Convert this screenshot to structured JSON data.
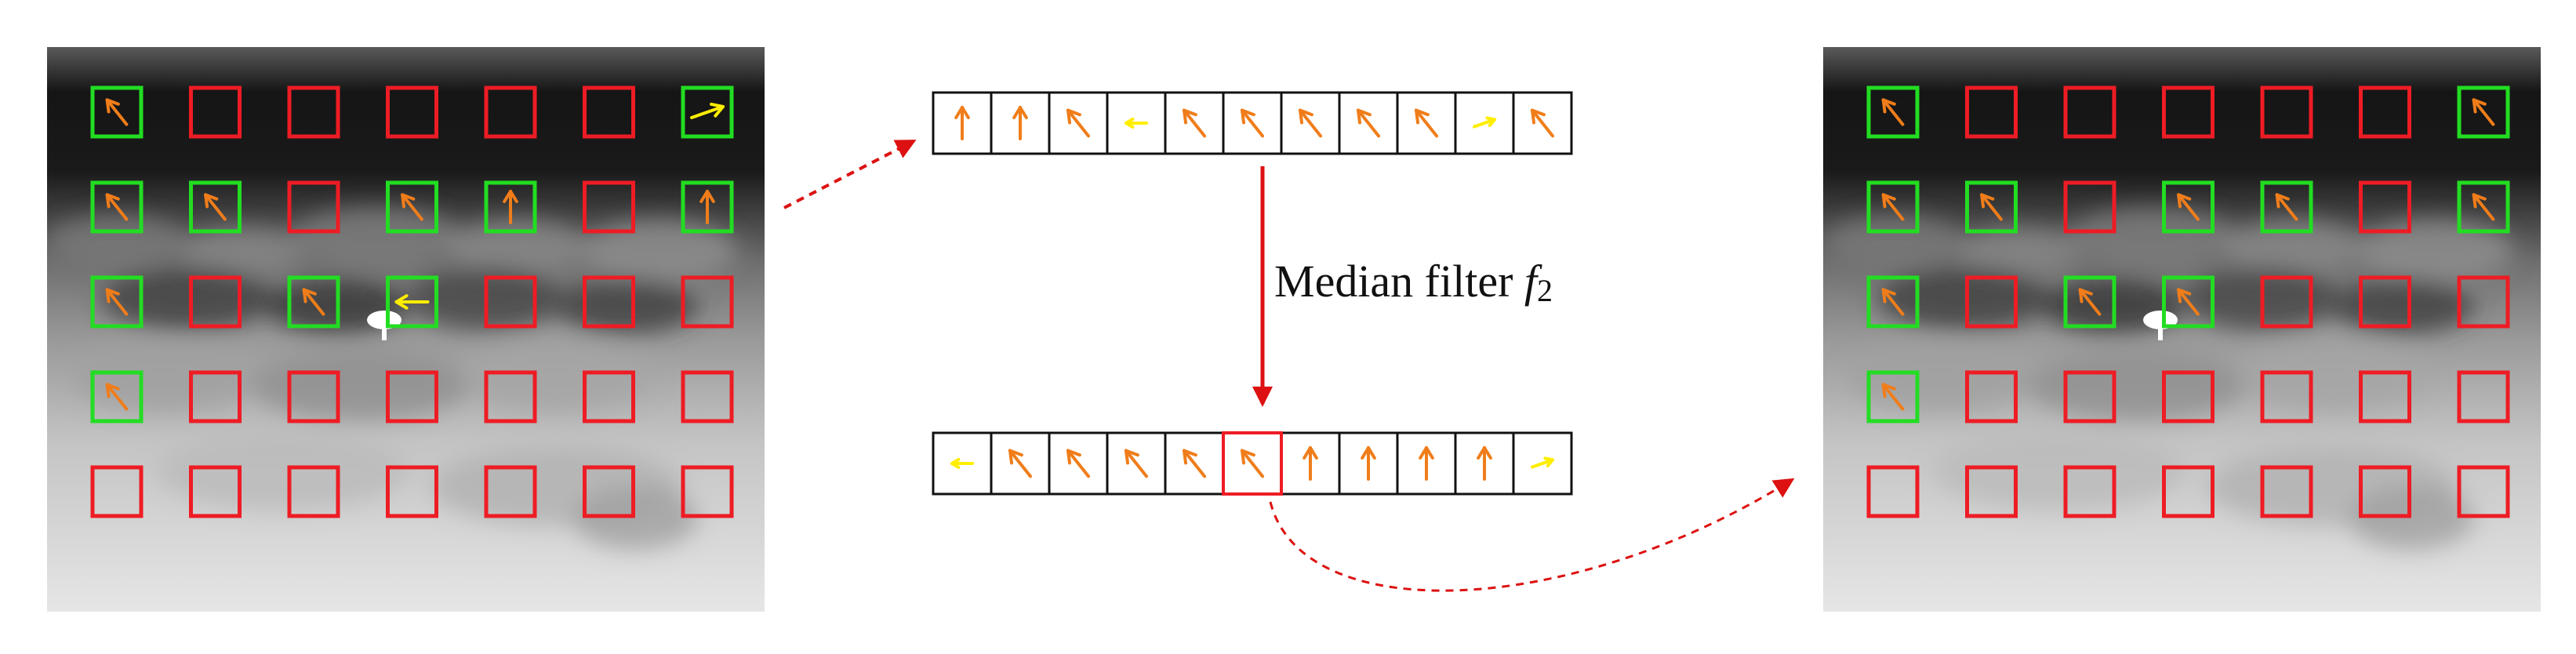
{
  "filter_label": {
    "text": "Median filter ",
    "symbol": "f",
    "subscript": "2"
  },
  "colors": {
    "valid_box": "#22dd22",
    "invalid_box": "#ee1c24",
    "vector_orange": "#f07d1a",
    "vector_yellow": "#ffee00",
    "connector": "#dd1111",
    "cell_border": "#111111"
  },
  "grid": {
    "rows": 5,
    "cols": 7,
    "left_states": [
      [
        "valid",
        "invalid",
        "invalid",
        "invalid",
        "invalid",
        "invalid",
        "valid"
      ],
      [
        "valid",
        "valid",
        "invalid",
        "valid",
        "valid",
        "invalid",
        "valid"
      ],
      [
        "valid",
        "invalid",
        "valid",
        "valid",
        "invalid",
        "invalid",
        "invalid"
      ],
      [
        "valid",
        "invalid",
        "invalid",
        "invalid",
        "invalid",
        "invalid",
        "invalid"
      ],
      [
        "invalid",
        "invalid",
        "invalid",
        "invalid",
        "invalid",
        "invalid",
        "invalid"
      ]
    ],
    "right_states": [
      [
        "valid",
        "invalid",
        "invalid",
        "invalid",
        "invalid",
        "invalid",
        "valid"
      ],
      [
        "valid",
        "valid",
        "invalid",
        "valid",
        "valid",
        "invalid",
        "valid"
      ],
      [
        "valid",
        "invalid",
        "valid",
        "valid",
        "invalid",
        "invalid",
        "invalid"
      ],
      [
        "valid",
        "invalid",
        "invalid",
        "invalid",
        "invalid",
        "invalid",
        "invalid"
      ],
      [
        "invalid",
        "invalid",
        "invalid",
        "invalid",
        "invalid",
        "invalid",
        "invalid"
      ]
    ],
    "left_vectors": [
      {
        "r": 0,
        "c": 0,
        "dir": "up-left",
        "color": "orange"
      },
      {
        "r": 0,
        "c": 6,
        "dir": "right",
        "color": "yellow"
      },
      {
        "r": 1,
        "c": 0,
        "dir": "up-left",
        "color": "orange"
      },
      {
        "r": 1,
        "c": 1,
        "dir": "up-left",
        "color": "orange"
      },
      {
        "r": 1,
        "c": 3,
        "dir": "up-left",
        "color": "orange"
      },
      {
        "r": 1,
        "c": 4,
        "dir": "up",
        "color": "orange"
      },
      {
        "r": 1,
        "c": 6,
        "dir": "up",
        "color": "orange"
      },
      {
        "r": 2,
        "c": 0,
        "dir": "up-left",
        "color": "orange"
      },
      {
        "r": 2,
        "c": 2,
        "dir": "up-left",
        "color": "orange"
      },
      {
        "r": 2,
        "c": 3,
        "dir": "left",
        "color": "yellow"
      },
      {
        "r": 3,
        "c": 0,
        "dir": "up-left",
        "color": "orange"
      }
    ],
    "right_vectors": [
      {
        "r": 0,
        "c": 0,
        "dir": "up-left",
        "color": "orange"
      },
      {
        "r": 0,
        "c": 6,
        "dir": "up-left",
        "color": "orange"
      },
      {
        "r": 1,
        "c": 0,
        "dir": "up-left",
        "color": "orange"
      },
      {
        "r": 1,
        "c": 1,
        "dir": "up-left",
        "color": "orange"
      },
      {
        "r": 1,
        "c": 3,
        "dir": "up-left",
        "color": "orange"
      },
      {
        "r": 1,
        "c": 4,
        "dir": "up-left",
        "color": "orange"
      },
      {
        "r": 1,
        "c": 6,
        "dir": "up-left",
        "color": "orange"
      },
      {
        "r": 2,
        "c": 0,
        "dir": "up-left",
        "color": "orange"
      },
      {
        "r": 2,
        "c": 2,
        "dir": "up-left",
        "color": "orange"
      },
      {
        "r": 2,
        "c": 3,
        "dir": "up-left",
        "color": "orange"
      },
      {
        "r": 3,
        "c": 0,
        "dir": "up-left",
        "color": "orange"
      }
    ]
  },
  "top_sequence": [
    {
      "dir": "up",
      "color": "orange"
    },
    {
      "dir": "up",
      "color": "orange"
    },
    {
      "dir": "up-left",
      "color": "orange"
    },
    {
      "dir": "left",
      "color": "yellow"
    },
    {
      "dir": "up-left",
      "color": "orange"
    },
    {
      "dir": "up-left",
      "color": "orange"
    },
    {
      "dir": "up-left",
      "color": "orange"
    },
    {
      "dir": "up-left",
      "color": "orange"
    },
    {
      "dir": "up-left",
      "color": "orange"
    },
    {
      "dir": "right",
      "color": "yellow"
    },
    {
      "dir": "up-left",
      "color": "orange"
    }
  ],
  "bottom_sequence": [
    {
      "dir": "left",
      "color": "yellow"
    },
    {
      "dir": "up-left",
      "color": "orange"
    },
    {
      "dir": "up-left",
      "color": "orange"
    },
    {
      "dir": "up-left",
      "color": "orange"
    },
    {
      "dir": "up-left",
      "color": "orange"
    },
    {
      "dir": "up-left",
      "color": "orange",
      "median": true
    },
    {
      "dir": "up",
      "color": "orange"
    },
    {
      "dir": "up",
      "color": "orange"
    },
    {
      "dir": "up",
      "color": "orange"
    },
    {
      "dir": "up",
      "color": "orange"
    },
    {
      "dir": "right",
      "color": "yellow"
    }
  ]
}
